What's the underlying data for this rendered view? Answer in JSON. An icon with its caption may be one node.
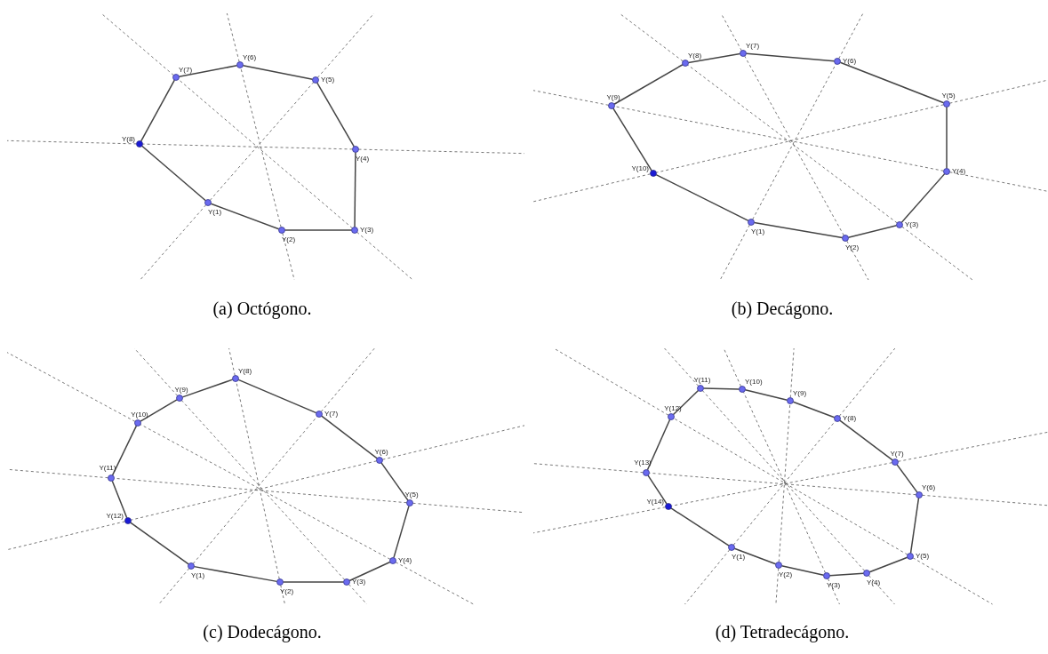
{
  "diagram": {
    "nodes": [
      {
        "text": [
          "Y(1)"
        ]
      },
      {
        "text": [
          "Y(2)"
        ]
      },
      {
        "text": [
          "Y(3)"
        ]
      },
      {
        "text": [
          "Y(4)"
        ]
      },
      {
        "text": [
          "Y(5)"
        ]
      },
      {
        "text": [
          "Y(6)"
        ]
      },
      {
        "text": [
          "Y(7)"
        ]
      },
      {
        "text": [
          "Y(8)"
        ]
      },
      {
        "text": [
          "Y(1)"
        ]
      },
      {
        "text": [
          "Y(2)"
        ]
      },
      {
        "text": [
          "Y(3)"
        ]
      },
      {
        "text": [
          "Y(4)"
        ]
      },
      {
        "text": [
          "Y(5)"
        ]
      },
      {
        "text": [
          "Y(6)"
        ]
      },
      {
        "text": [
          "Y(7)"
        ]
      },
      {
        "text": [
          "Y(8)"
        ]
      },
      {
        "text": [
          "Y(9)"
        ]
      },
      {
        "text": [
          "Y(10)"
        ]
      },
      {
        "text": [
          "Y(1)"
        ]
      },
      {
        "text": [
          "Y(2)"
        ]
      },
      {
        "text": [
          "Y(3)"
        ]
      },
      {
        "text": [
          "Y(4)"
        ]
      },
      {
        "text": [
          "Y(5)"
        ]
      },
      {
        "text": [
          "Y(6)"
        ]
      },
      {
        "text": [
          "Y(7)"
        ]
      },
      {
        "text": [
          "Y(8)"
        ]
      },
      {
        "text": [
          "Y(9)"
        ]
      },
      {
        "text": [
          "Y(10)"
        ]
      },
      {
        "text": [
          "Y(11)"
        ]
      },
      {
        "text": [
          "Y(12)"
        ]
      },
      {
        "text": [
          "Y(1)"
        ]
      },
      {
        "text": [
          "Y(2)"
        ]
      },
      {
        "text": [
          "Y(3)"
        ]
      },
      {
        "text": [
          "Y(4)"
        ]
      },
      {
        "text": [
          "Y(5)"
        ]
      },
      {
        "text": [
          "Y(6)"
        ]
      },
      {
        "text": [
          "Y(7)"
        ]
      },
      {
        "text": [
          "Y(8)"
        ]
      },
      {
        "text": [
          "Y(9)"
        ]
      },
      {
        "text": [
          "Y(10)"
        ]
      },
      {
        "text": [
          "Y(11)"
        ]
      },
      {
        "text": [
          "Y(12)"
        ]
      },
      {
        "text": [
          "Y(13)"
        ]
      },
      {
        "text": [
          "Y(14)"
        ]
      }
    ],
    "edges": [
      {
        "from": 0,
        "to": 1,
        "arrow": "none"
      },
      {
        "from": 1,
        "to": 2,
        "arrow": "none"
      },
      {
        "from": 2,
        "to": 3,
        "arrow": "none"
      },
      {
        "from": 3,
        "to": 4,
        "arrow": "none"
      },
      {
        "from": 4,
        "to": 5,
        "arrow": "none"
      },
      {
        "from": 5,
        "to": 6,
        "arrow": "none"
      },
      {
        "from": 6,
        "to": 7,
        "arrow": "none"
      },
      {
        "from": 7,
        "to": 0,
        "arrow": "none"
      },
      {
        "from": 0,
        "to": 4,
        "arrow": "none",
        "style": "dashed"
      },
      {
        "from": 1,
        "to": 5,
        "arrow": "none",
        "style": "dashed"
      },
      {
        "from": 2,
        "to": 6,
        "arrow": "none",
        "style": "dashed"
      },
      {
        "from": 3,
        "to": 7,
        "arrow": "none",
        "style": "dashed"
      },
      {
        "from": 8,
        "to": 9,
        "arrow": "none"
      },
      {
        "from": 9,
        "to": 10,
        "arrow": "none"
      },
      {
        "from": 10,
        "to": 11,
        "arrow": "none"
      },
      {
        "from": 11,
        "to": 12,
        "arrow": "none"
      },
      {
        "from": 12,
        "to": 13,
        "arrow": "none"
      },
      {
        "from": 13,
        "to": 14,
        "arrow": "none"
      },
      {
        "from": 14,
        "to": 15,
        "arrow": "none"
      },
      {
        "from": 15,
        "to": 16,
        "arrow": "none"
      },
      {
        "from": 16,
        "to": 17,
        "arrow": "none"
      },
      {
        "from": 17,
        "to": 8,
        "arrow": "none"
      },
      {
        "from": 8,
        "to": 13,
        "arrow": "none",
        "style": "dashed"
      },
      {
        "from": 9,
        "to": 14,
        "arrow": "none",
        "style": "dashed"
      },
      {
        "from": 10,
        "to": 15,
        "arrow": "none",
        "style": "dashed"
      },
      {
        "from": 11,
        "to": 16,
        "arrow": "none",
        "style": "dashed"
      },
      {
        "from": 12,
        "to": 17,
        "arrow": "none",
        "style": "dashed"
      },
      {
        "from": 18,
        "to": 19,
        "arrow": "none"
      },
      {
        "from": 19,
        "to": 20,
        "arrow": "none"
      },
      {
        "from": 20,
        "to": 21,
        "arrow": "none"
      },
      {
        "from": 21,
        "to": 22,
        "arrow": "none"
      },
      {
        "from": 22,
        "to": 23,
        "arrow": "none"
      },
      {
        "from": 23,
        "to": 24,
        "arrow": "none"
      },
      {
        "from": 24,
        "to": 25,
        "arrow": "none"
      },
      {
        "from": 25,
        "to": 26,
        "arrow": "none"
      },
      {
        "from": 26,
        "to": 27,
        "arrow": "none"
      },
      {
        "from": 27,
        "to": 28,
        "arrow": "none"
      },
      {
        "from": 28,
        "to": 29,
        "arrow": "none"
      },
      {
        "from": 29,
        "to": 18,
        "arrow": "none"
      },
      {
        "from": 18,
        "to": 24,
        "arrow": "none",
        "style": "dashed"
      },
      {
        "from": 19,
        "to": 25,
        "arrow": "none",
        "style": "dashed"
      },
      {
        "from": 20,
        "to": 26,
        "arrow": "none",
        "style": "dashed"
      },
      {
        "from": 21,
        "to": 27,
        "arrow": "none",
        "style": "dashed"
      },
      {
        "from": 22,
        "to": 28,
        "arrow": "none",
        "style": "dashed"
      },
      {
        "from": 23,
        "to": 29,
        "arrow": "none",
        "style": "dashed"
      },
      {
        "from": 30,
        "to": 31,
        "arrow": "none"
      },
      {
        "from": 31,
        "to": 32,
        "arrow": "none"
      },
      {
        "from": 32,
        "to": 33,
        "arrow": "none"
      },
      {
        "from": 33,
        "to": 34,
        "arrow": "none"
      },
      {
        "from": 34,
        "to": 35,
        "arrow": "none"
      },
      {
        "from": 35,
        "to": 36,
        "arrow": "none"
      },
      {
        "from": 36,
        "to": 37,
        "arrow": "none"
      },
      {
        "from": 37,
        "to": 38,
        "arrow": "none"
      },
      {
        "from": 38,
        "to": 39,
        "arrow": "none"
      },
      {
        "from": 39,
        "to": 40,
        "arrow": "none"
      },
      {
        "from": 40,
        "to": 41,
        "arrow": "none"
      },
      {
        "from": 41,
        "to": 42,
        "arrow": "none"
      },
      {
        "from": 42,
        "to": 43,
        "arrow": "none"
      },
      {
        "from": 43,
        "to": 30,
        "arrow": "none"
      },
      {
        "from": 30,
        "to": 37,
        "arrow": "none",
        "style": "dashed"
      },
      {
        "from": 31,
        "to": 38,
        "arrow": "none",
        "style": "dashed"
      },
      {
        "from": 32,
        "to": 39,
        "arrow": "none",
        "style": "dashed"
      },
      {
        "from": 33,
        "to": 40,
        "arrow": "none",
        "style": "dashed"
      },
      {
        "from": 34,
        "to": 41,
        "arrow": "none",
        "style": "dashed"
      },
      {
        "from": 35,
        "to": 42,
        "arrow": "none",
        "style": "dashed"
      },
      {
        "from": 36,
        "to": 43,
        "arrow": "none",
        "style": "dashed"
      }
    ],
    "labels": [
      "(a) Octógono.",
      "(b) Decágono.",
      "(c) Dodecágono.",
      "(d) Tetradecágono."
    ]
  }
}
